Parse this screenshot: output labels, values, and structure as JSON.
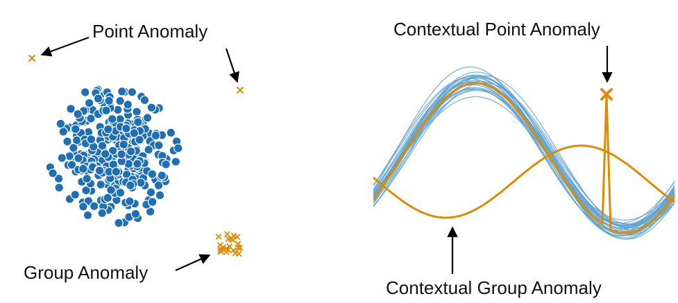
{
  "left_panel": {
    "point_anomaly_label": "Point Anomaly",
    "group_anomaly_label": "Group Anomaly"
  },
  "right_panel": {
    "contextual_point_label": "Contextual Point Anomaly",
    "contextual_group_label": "Contextual Group Anomaly"
  },
  "colors": {
    "normal": "#1f6fb4",
    "normal_curves": "#5fa2cf",
    "anomaly": "#e08a00",
    "arrow": "#000000"
  },
  "icons": {
    "anomaly_marker": "x-cross-icon",
    "normal_marker": "filled-circle-icon",
    "pointer": "arrow-icon"
  }
}
